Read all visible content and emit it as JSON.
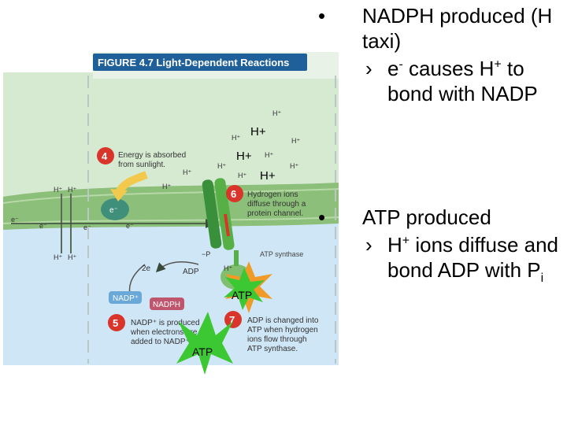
{
  "figure": {
    "title": "FIGURE 4.7  Light-Dependent Reactions",
    "step4_text": [
      "Energy is absorbed",
      "from sunlight."
    ],
    "step5_text": [
      "NADP⁺ is produced",
      "when electrons are",
      "added to NADP⁺."
    ],
    "step6_text": [
      "Hydrogen ions",
      "diffuse through a",
      "protein channel."
    ],
    "step7_text": [
      "ADP is changed into",
      "ATP when hydrogen",
      "ions flow through",
      "ATP synthase."
    ],
    "step_numbers": [
      "4",
      "5",
      "6",
      "7"
    ],
    "atp_synthase_label": "ATP synthase",
    "adp_label": "ADP",
    "pi_label": "−P",
    "two_e_label": "2e",
    "nadp_label": "NADP⁺",
    "nadph_label": "NADPH",
    "electron_label": "e⁻",
    "small_h": "H⁺",
    "big_h": "H+",
    "atp_star_label": "ATP"
  },
  "bullets": {
    "nadph": {
      "line": "NADPH produced (H taxi)",
      "sub": [
        "e",
        "-",
        " causes H",
        "+",
        " to bond with NADP"
      ]
    },
    "atp": {
      "line": "ATP produced",
      "sub": [
        "H",
        "+",
        " ions diffuse and bond ADP with P",
        "i"
      ]
    },
    "bullet_char": "•",
    "sub_char": "›"
  },
  "colors": {
    "thylakoid": "#d6ead2",
    "stroma": "#cfe6f6",
    "membrane": "#8cbf7a",
    "title_bar": "#1f5f9a",
    "step_red": "#d9352b",
    "star_green": "#3cc832",
    "star_orange": "#f09a28"
  }
}
